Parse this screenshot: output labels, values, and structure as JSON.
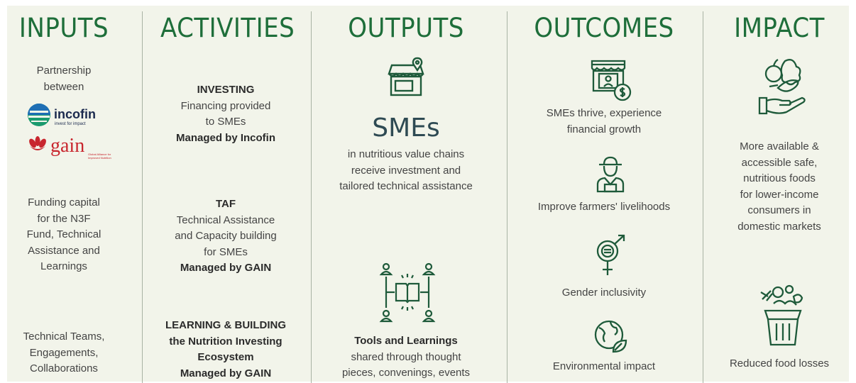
{
  "colors": {
    "heading": "#1e6e3a",
    "icon": "#1e5a3a",
    "background": "#f2f4ea",
    "divider": "#a9b3a4"
  },
  "columns": {
    "inputs": {
      "title": "INPUTS",
      "partnership": [
        "Partnership",
        "between"
      ],
      "incofin": {
        "name": "incofin",
        "tagline": "invest for impact"
      },
      "gain": {
        "name": "gain",
        "tagline_1": "Global Alliance for",
        "tagline_2": "Improved Nutrition"
      },
      "funding": [
        "Funding capital",
        "for the N3F",
        "Fund, Technical",
        "Assistance and",
        "Learnings"
      ],
      "teams": [
        "Technical Teams,",
        "Engagements,",
        "Collaborations"
      ]
    },
    "activities": {
      "title": "ACTIVITIES",
      "investing": {
        "heading": "INVESTING",
        "text": [
          "Financing provided",
          "to SMEs"
        ],
        "managed": "Managed by Incofin"
      },
      "taf": {
        "heading": "TAF",
        "text": [
          "Technical Assistance",
          "and Capacity building",
          "for SMEs"
        ],
        "managed": "Managed by GAIN"
      },
      "learning": {
        "heading": [
          "LEARNING & BUILDING",
          "the Nutrition Investing",
          "Ecosystem"
        ],
        "managed": "Managed by GAIN"
      }
    },
    "outputs": {
      "title": "OUTPUTS",
      "smes_big": "SMEs",
      "smes_text": [
        "in nutritious value chains",
        "receive investment and",
        "tailored technical assistance"
      ],
      "tools_heading": "Tools and Learnings",
      "tools_text": [
        "shared through thought",
        "pieces, convenings, events"
      ]
    },
    "outcomes": {
      "title": "OUTCOMES",
      "items": [
        [
          "SMEs thrive, experience",
          "financial growth"
        ],
        [
          "Improve farmers' livelihoods"
        ],
        [
          "Gender inclusivity"
        ],
        [
          "Environmental impact"
        ]
      ]
    },
    "impact": {
      "title": "IMPACT",
      "text": [
        "More available &",
        "accessible safe,",
        "nutritious foods",
        "for lower-income",
        "consumers in",
        "domestic markets"
      ],
      "losses": "Reduced food losses"
    }
  }
}
